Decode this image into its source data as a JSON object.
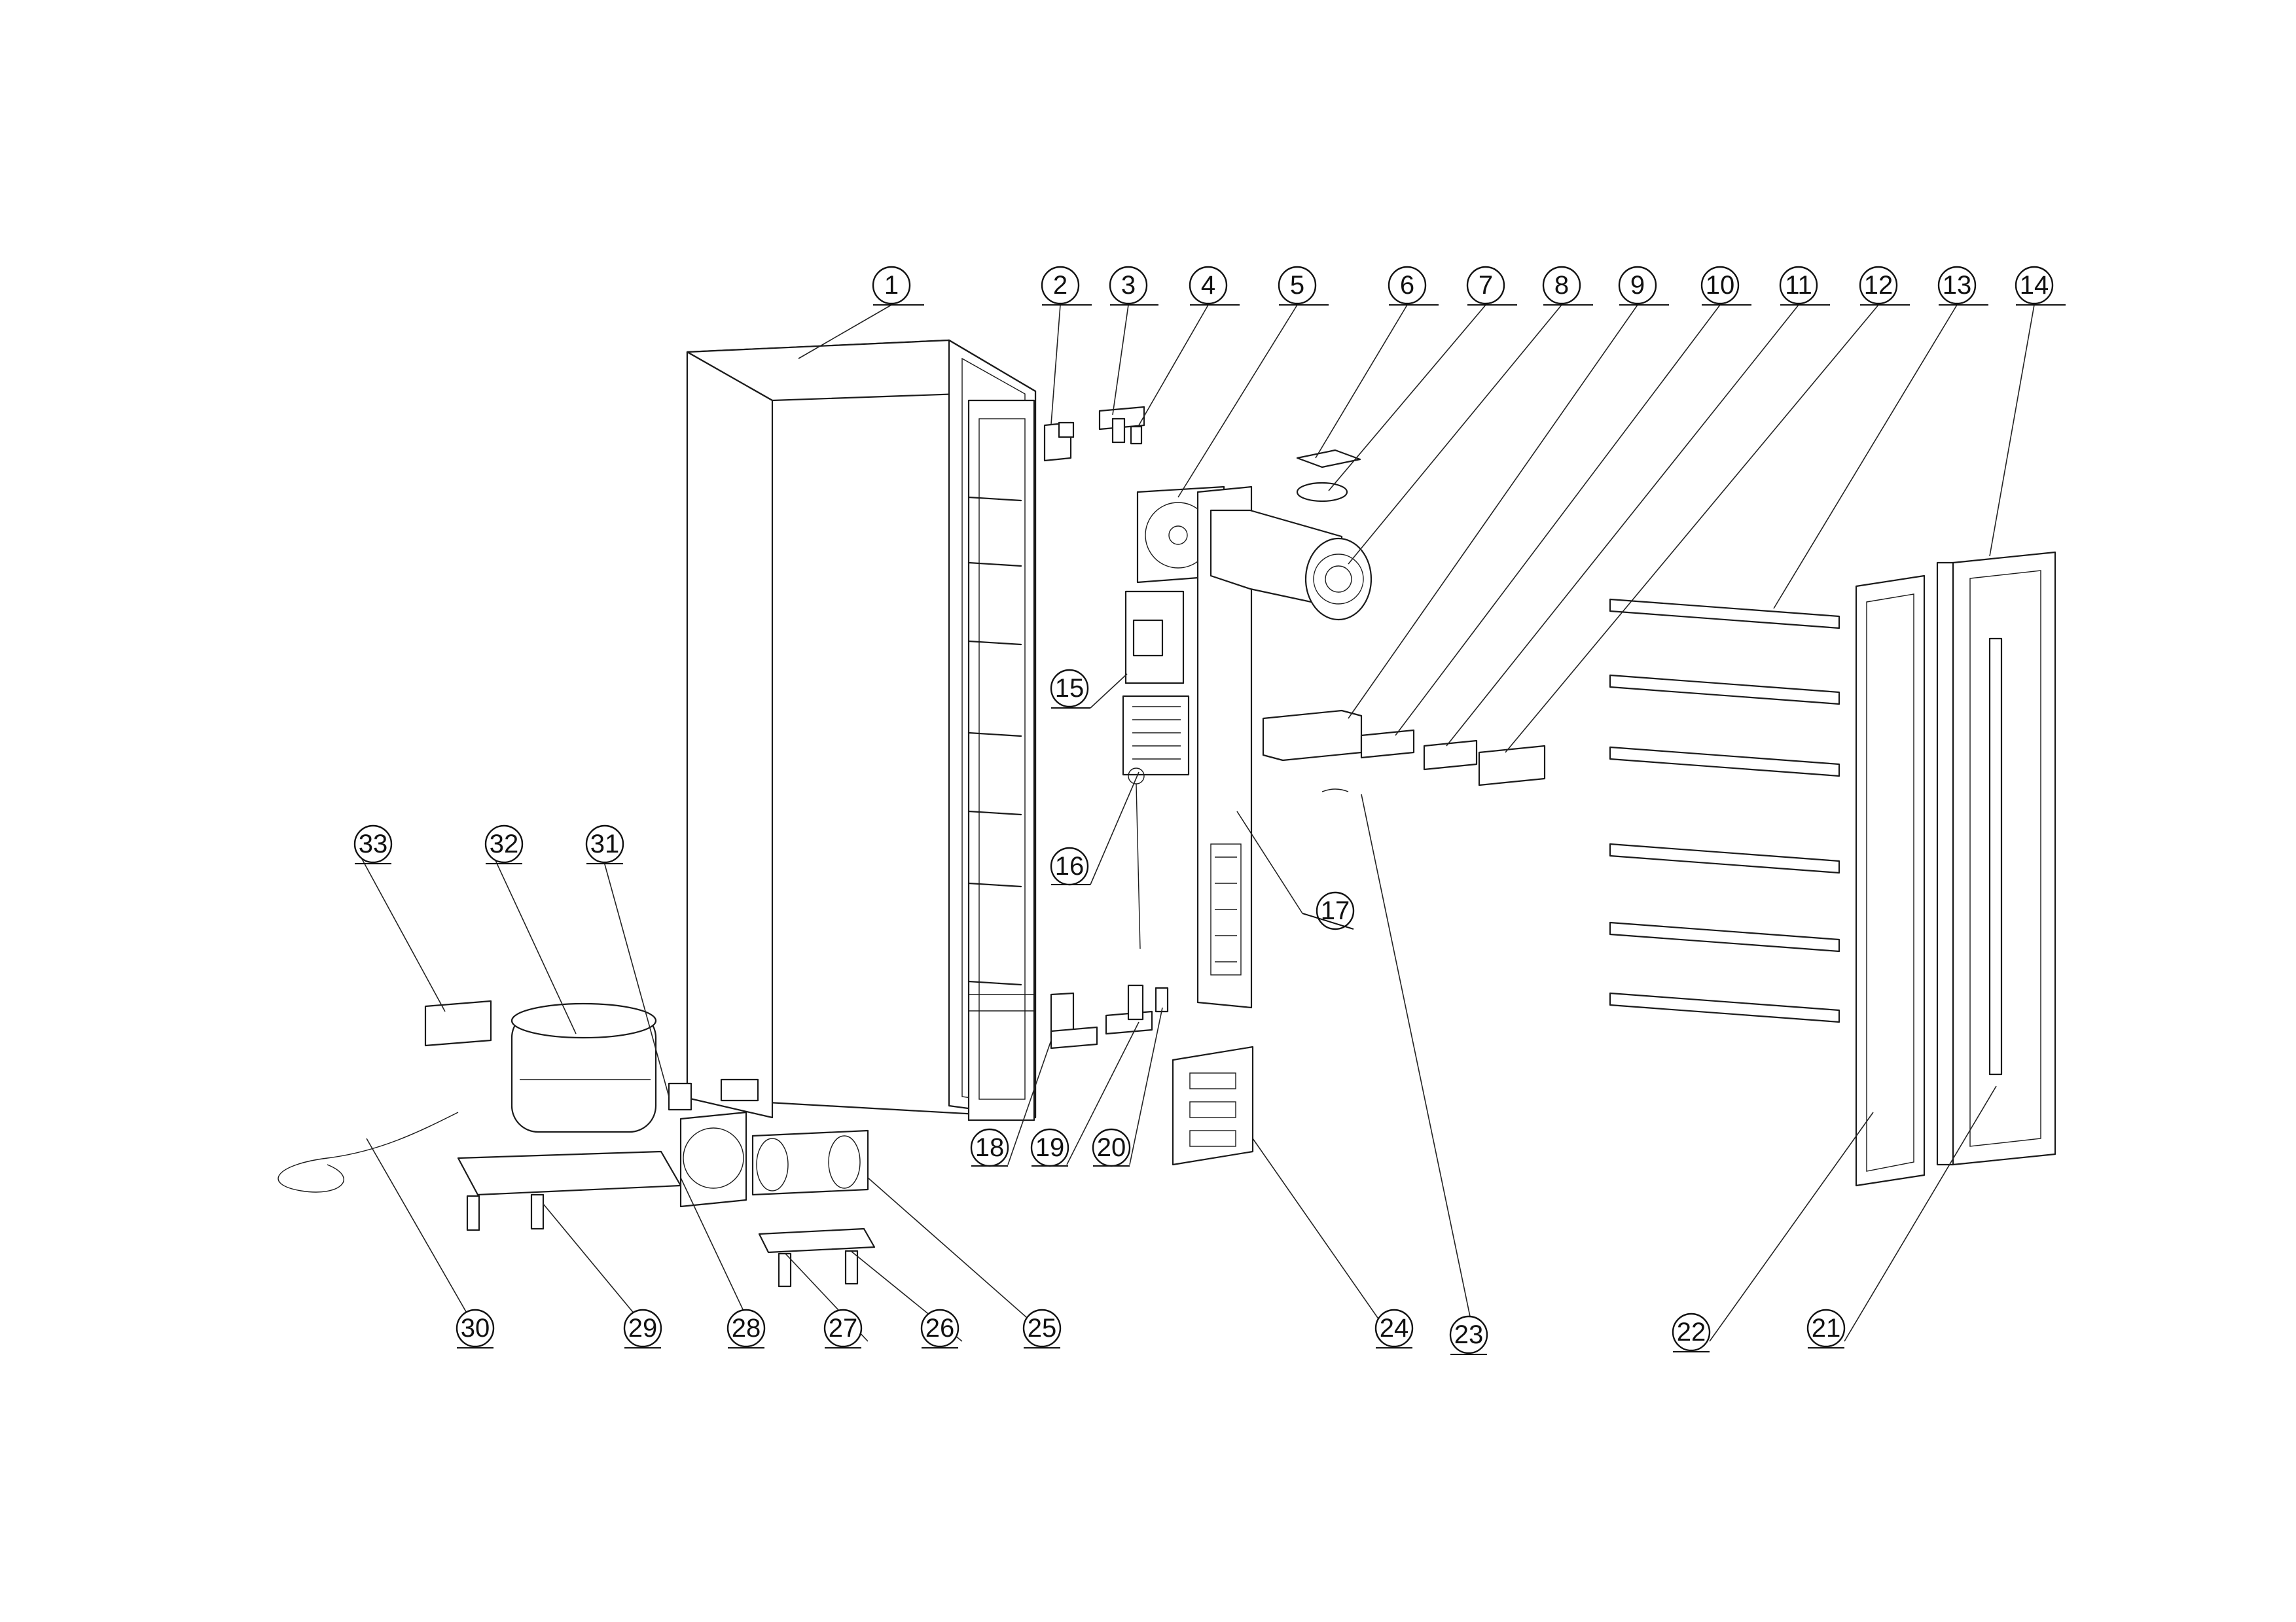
{
  "diagram": {
    "type": "exploded parts diagram",
    "callouts": [
      {
        "id": "1",
        "label": "1"
      },
      {
        "id": "2",
        "label": "2"
      },
      {
        "id": "3",
        "label": "3"
      },
      {
        "id": "4",
        "label": "4"
      },
      {
        "id": "5",
        "label": "5"
      },
      {
        "id": "6",
        "label": "6"
      },
      {
        "id": "7",
        "label": "7"
      },
      {
        "id": "8",
        "label": "8"
      },
      {
        "id": "9",
        "label": "9"
      },
      {
        "id": "10",
        "label": "10"
      },
      {
        "id": "11",
        "label": "11"
      },
      {
        "id": "12",
        "label": "12"
      },
      {
        "id": "13",
        "label": "13"
      },
      {
        "id": "14",
        "label": "14"
      },
      {
        "id": "15",
        "label": "15"
      },
      {
        "id": "16",
        "label": "16"
      },
      {
        "id": "17",
        "label": "17"
      },
      {
        "id": "18",
        "label": "18"
      },
      {
        "id": "19",
        "label": "19"
      },
      {
        "id": "20",
        "label": "20"
      },
      {
        "id": "21",
        "label": "21"
      },
      {
        "id": "22",
        "label": "22"
      },
      {
        "id": "23",
        "label": "23"
      },
      {
        "id": "24",
        "label": "24"
      },
      {
        "id": "25",
        "label": "25"
      },
      {
        "id": "26",
        "label": "26"
      },
      {
        "id": "27",
        "label": "27"
      },
      {
        "id": "28",
        "label": "28"
      },
      {
        "id": "29",
        "label": "29"
      },
      {
        "id": "30",
        "label": "30"
      },
      {
        "id": "31",
        "label": "31"
      },
      {
        "id": "32",
        "label": "32"
      },
      {
        "id": "33",
        "label": "33"
      }
    ]
  }
}
